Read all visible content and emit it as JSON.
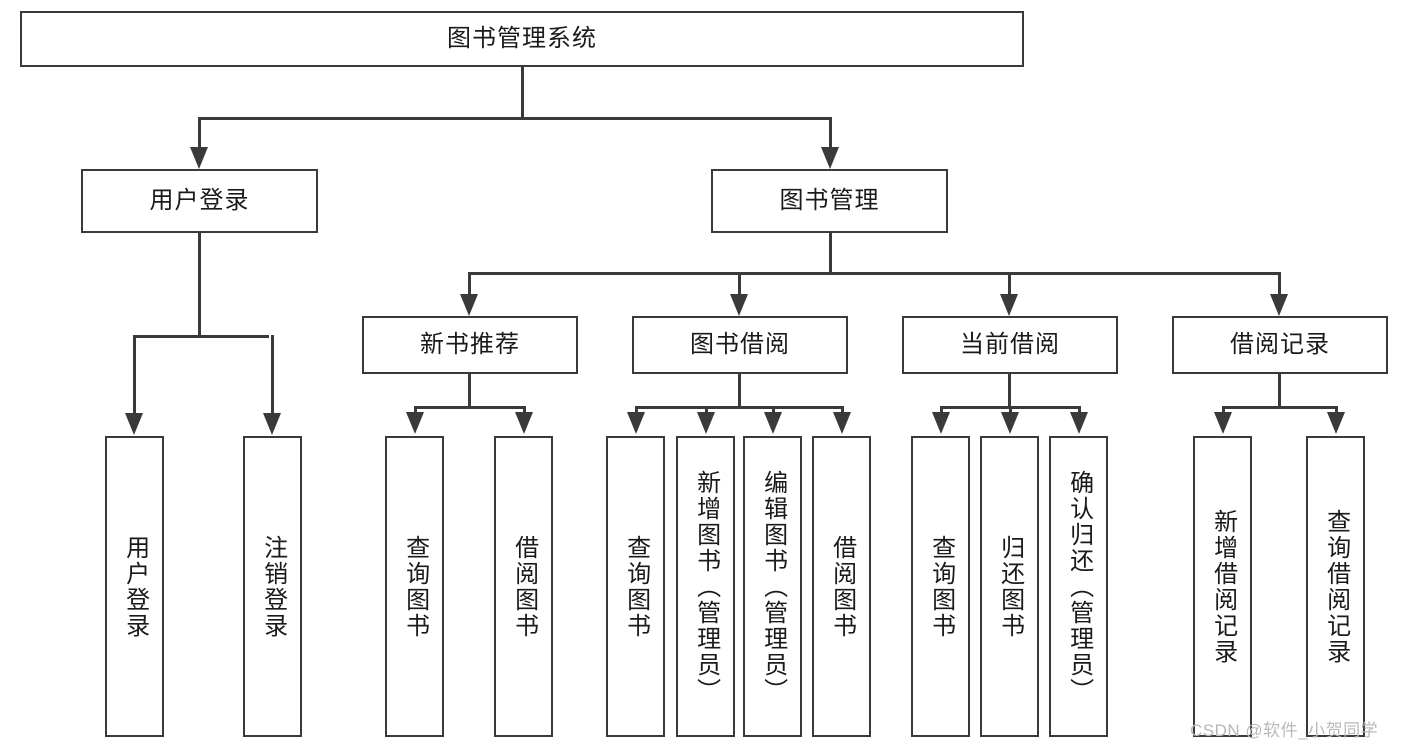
{
  "diagram": {
    "title": "图书管理系统",
    "type": "tree-hierarchy-diagram",
    "colors": {
      "box_border": "#3a3a3a",
      "box_fill": "#ffffff",
      "line": "#3a3a3a",
      "text": "#1a1a1a",
      "watermark": "#b9b9b9"
    },
    "root": {
      "label": "图书管理系统"
    },
    "level2": [
      {
        "label": "用户登录"
      },
      {
        "label": "图书管理"
      }
    ],
    "level3": [
      {
        "label": "新书推荐"
      },
      {
        "label": "图书借阅"
      },
      {
        "label": "当前借阅"
      },
      {
        "label": "借阅记录"
      }
    ],
    "leaves": {
      "user_login": [
        {
          "label": "用户登录"
        },
        {
          "label": "注销登录"
        }
      ],
      "new_book_recommend": [
        {
          "label": "查询图书"
        },
        {
          "label": "借阅图书"
        }
      ],
      "book_borrow": [
        {
          "label": "查询图书"
        },
        {
          "label": "新增图书（管理员）"
        },
        {
          "label": "编辑图书（管理员）"
        },
        {
          "label": "借阅图书"
        }
      ],
      "current_borrow": [
        {
          "label": "查询图书"
        },
        {
          "label": "归还图书"
        },
        {
          "label": "确认归还（管理员）"
        }
      ],
      "borrow_record": [
        {
          "label": "新增借阅记录"
        },
        {
          "label": "查询借阅记录"
        }
      ]
    }
  },
  "watermark": {
    "text": "CSDN @软件_小贺同学"
  }
}
